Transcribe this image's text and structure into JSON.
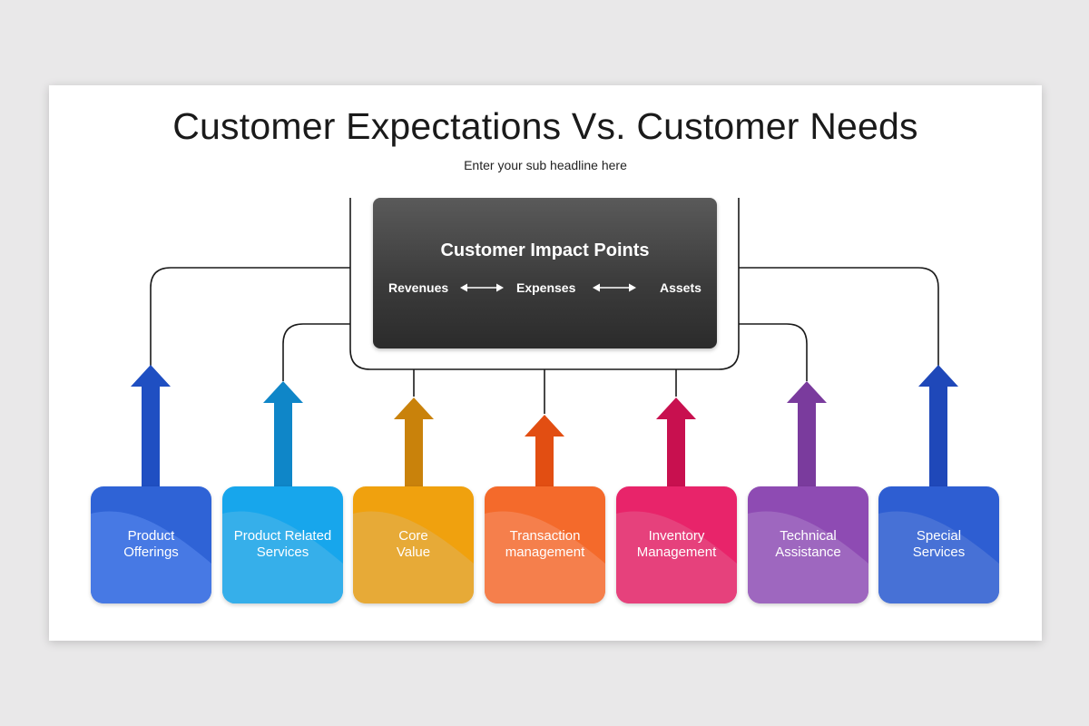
{
  "slide": {
    "title": "Customer Expectations Vs. Customer Needs",
    "subtitle": "Enter your sub headline here"
  },
  "hub": {
    "title": "Customer Impact Points",
    "items": [
      "Revenues",
      "Expenses",
      "Assets"
    ],
    "connector_icon": "double-arrow-icon"
  },
  "cards": [
    {
      "label": "Product\nOfferings",
      "color": "#2f63d6",
      "color_light": "#4a7be6",
      "arrow_color": "#1f4fc2"
    },
    {
      "label": "Product Related\nServices",
      "color": "#17a6ec",
      "color_light": "#3ab8f2",
      "arrow_color": "#0f86c8"
    },
    {
      "label": "Core\nValue",
      "color": "#f0a10e",
      "color_light": "#f5b43a",
      "arrow_color": "#c9820b"
    },
    {
      "label": "Transaction\nmanagement",
      "color": "#f46a2b",
      "color_light": "#f7864f",
      "arrow_color": "#e24e12"
    },
    {
      "label": "Inventory\nManagement",
      "color": "#e8246a",
      "color_light": "#ee4b84",
      "arrow_color": "#c8104f"
    },
    {
      "label": "Technical\nAssistance",
      "color": "#8e4bb3",
      "color_light": "#a366c6",
      "arrow_color": "#7a3b9d"
    },
    {
      "label": "Special\nServices",
      "color": "#2e5ed2",
      "color_light": "#4b78e2",
      "arrow_color": "#1f48b9"
    }
  ]
}
